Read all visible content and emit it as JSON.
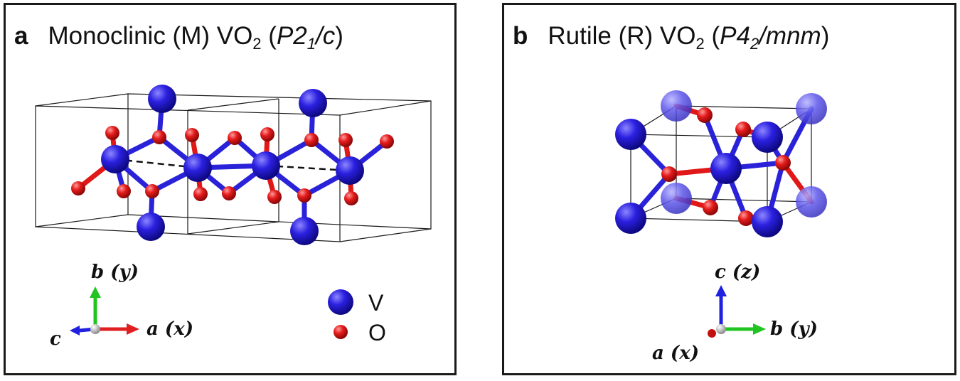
{
  "panel_a": {
    "letter": "a",
    "title_prefix": "Monoclinic (M) VO",
    "title_sub": "2",
    "title_open": " (",
    "space_group_main": "P2",
    "space_group_sub": "1",
    "space_group_tail": "/c",
    "title_close": ")",
    "axes": {
      "b": "b (y)",
      "a": "a (x)",
      "c": "c"
    },
    "legend": [
      {
        "symbol": "V",
        "color": "#2a22d8"
      },
      {
        "symbol": "O",
        "color": "#e01818"
      }
    ]
  },
  "panel_b": {
    "letter": "b",
    "title_prefix": "Rutile (R) VO",
    "title_sub": "2",
    "title_open": " (",
    "space_group_main": "P4",
    "space_group_sub": "2",
    "space_group_tail": "/mnm",
    "title_close": ")",
    "axes": {
      "c": "c (z)",
      "b": "b (y)",
      "a": "a (x)"
    }
  },
  "colors": {
    "vanadium": "#2a22d8",
    "oxygen": "#e01818",
    "axis_x": "#e02020",
    "axis_y": "#22c422",
    "axis_z": "#2020e0",
    "frame": "#1a1a1a"
  }
}
